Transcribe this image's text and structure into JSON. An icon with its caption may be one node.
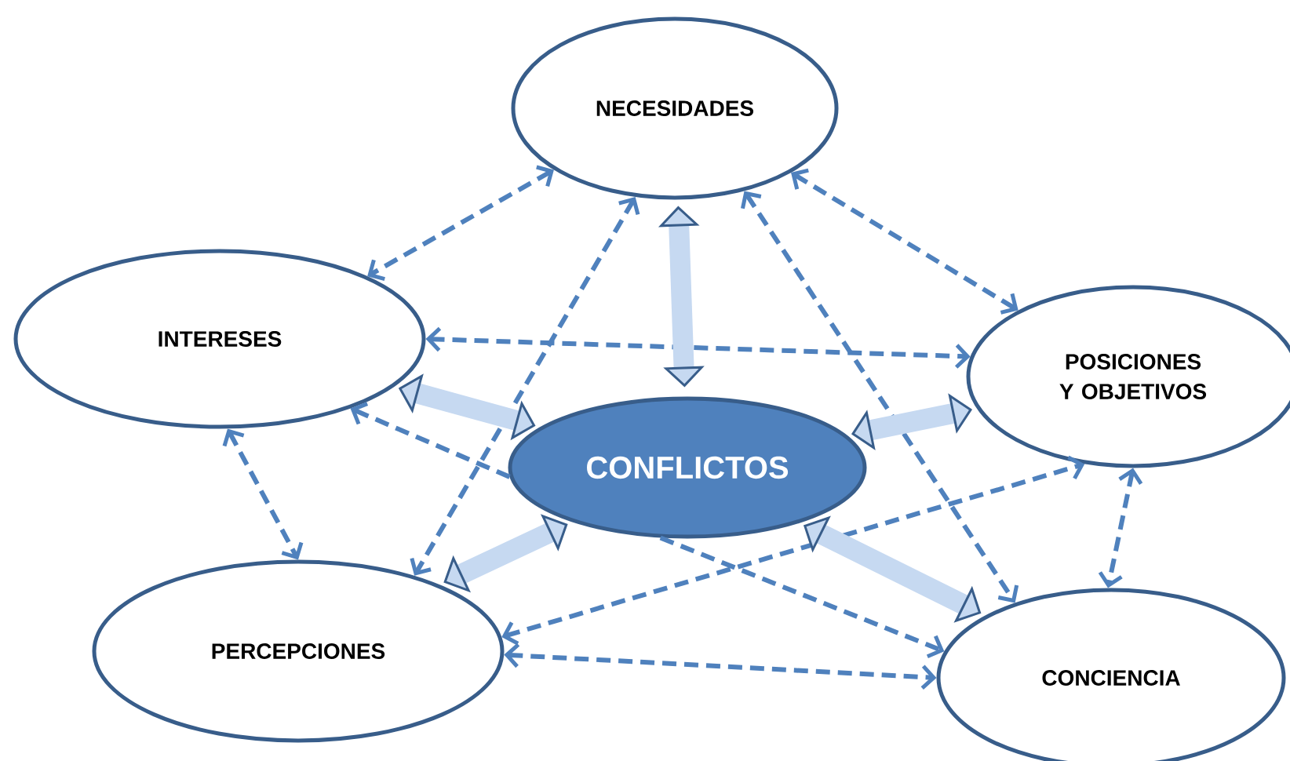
{
  "diagram": {
    "nodes": [
      {
        "text": [
          "NECESIDADES"
        ]
      },
      {
        "text": [
          "INTERESES"
        ]
      },
      {
        "text": [
          "POSICIONES Y OBJETIVOS"
        ]
      },
      {
        "text": [
          "CONFLICTOS"
        ]
      },
      {
        "text": [
          "PERCEPCIONES"
        ]
      },
      {
        "text": [
          "CONCIENCIA"
        ]
      }
    ],
    "edges": [
      {
        "from": 0,
        "to": 1,
        "arrow": "both",
        "style": "dashed"
      },
      {
        "from": 0,
        "to": 2,
        "arrow": "both",
        "style": "dashed"
      },
      {
        "from": 1,
        "to": 2,
        "arrow": "both",
        "style": "dashed"
      },
      {
        "from": 0,
        "to": 4,
        "arrow": "both",
        "style": "dashed"
      },
      {
        "from": 0,
        "to": 5,
        "arrow": "both",
        "style": "dashed"
      },
      {
        "from": 1,
        "to": 4,
        "arrow": "both",
        "style": "dashed"
      },
      {
        "from": 3,
        "to": 1,
        "arrow": "to",
        "style": "dashed"
      },
      {
        "from": 4,
        "to": 2,
        "arrow": "both",
        "style": "dashed"
      },
      {
        "from": 3,
        "to": 5,
        "arrow": "to",
        "style": "dashed"
      },
      {
        "from": 4,
        "to": 5,
        "arrow": "both",
        "style": "dashed"
      },
      {
        "from": 2,
        "to": 5,
        "arrow": "both",
        "style": "dashed"
      },
      {
        "from": 3,
        "to": 0,
        "arrow": "both",
        "style": "thick",
        "color": "#c6d9f1"
      },
      {
        "from": 3,
        "to": 1,
        "arrow": "both",
        "style": "thick",
        "color": "#c6d9f1"
      },
      {
        "from": 3,
        "to": 4,
        "arrow": "both",
        "style": "thick",
        "color": "#c6d9f1"
      },
      {
        "from": 3,
        "to": 2,
        "arrow": "both",
        "style": "thick",
        "color": "#c6d9f1"
      },
      {
        "from": 3,
        "to": 5,
        "arrow": "both",
        "style": "thick",
        "color": "#c6d9f1"
      }
    ]
  }
}
